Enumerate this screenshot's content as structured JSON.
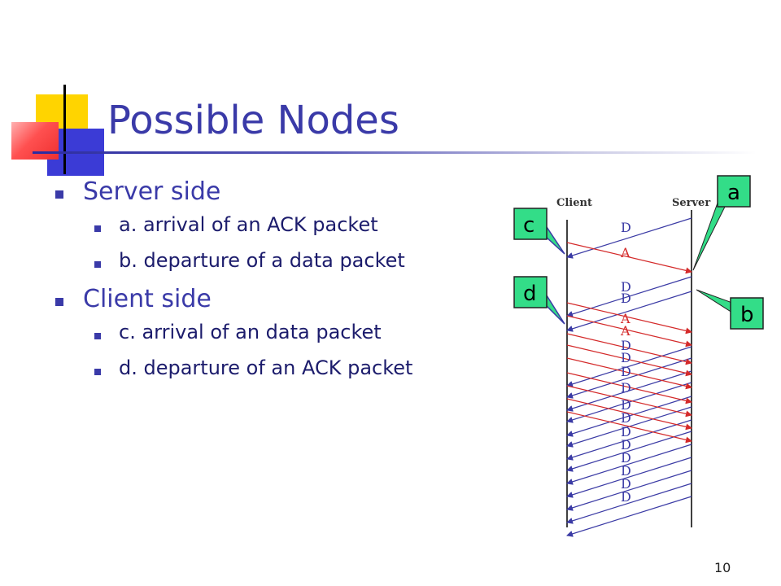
{
  "slide": {
    "title": "Possible Nodes",
    "page_number": "10"
  },
  "bullets": [
    {
      "level": 1,
      "text": "Server side"
    },
    {
      "level": 2,
      "text": "a. arrival of an ACK packet"
    },
    {
      "level": 2,
      "text": "b. departure of a data packet"
    },
    {
      "level": 1,
      "text": "Client side"
    },
    {
      "level": 2,
      "text": "c. arrival of an data packet"
    },
    {
      "level": 2,
      "text": "d. departure of an ACK packet"
    }
  ],
  "diagram": {
    "client_label": "Client",
    "server_label": "Server",
    "colors": {
      "data": "#3b3ba5",
      "ack": "#d42a2a",
      "callout_fill": "#33dd88",
      "callout_stroke": "#222222",
      "callout_line": "#3b3ba5"
    },
    "packets": [
      {
        "label": "D",
        "type": "data"
      },
      {
        "label": "A",
        "type": "ack"
      },
      {
        "label": "D",
        "type": "data"
      },
      {
        "label": "D",
        "type": "data"
      },
      {
        "label": "A",
        "type": "ack"
      },
      {
        "label": "A",
        "type": "ack"
      },
      {
        "label": "D",
        "type": "data"
      },
      {
        "label": "D",
        "type": "data"
      },
      {
        "label": "D",
        "type": "data"
      },
      {
        "label": "D",
        "type": "data"
      },
      {
        "label": "D",
        "type": "data"
      },
      {
        "label": "D",
        "type": "data"
      },
      {
        "label": "D",
        "type": "data"
      },
      {
        "label": "D",
        "type": "data"
      },
      {
        "label": "D",
        "type": "data"
      },
      {
        "label": "D",
        "type": "data"
      },
      {
        "label": "D",
        "type": "data"
      },
      {
        "label": "D",
        "type": "data"
      }
    ],
    "callouts": [
      {
        "id": "a",
        "label": "a"
      },
      {
        "id": "b",
        "label": "b"
      },
      {
        "id": "c",
        "label": "c"
      },
      {
        "id": "d",
        "label": "d"
      }
    ]
  }
}
